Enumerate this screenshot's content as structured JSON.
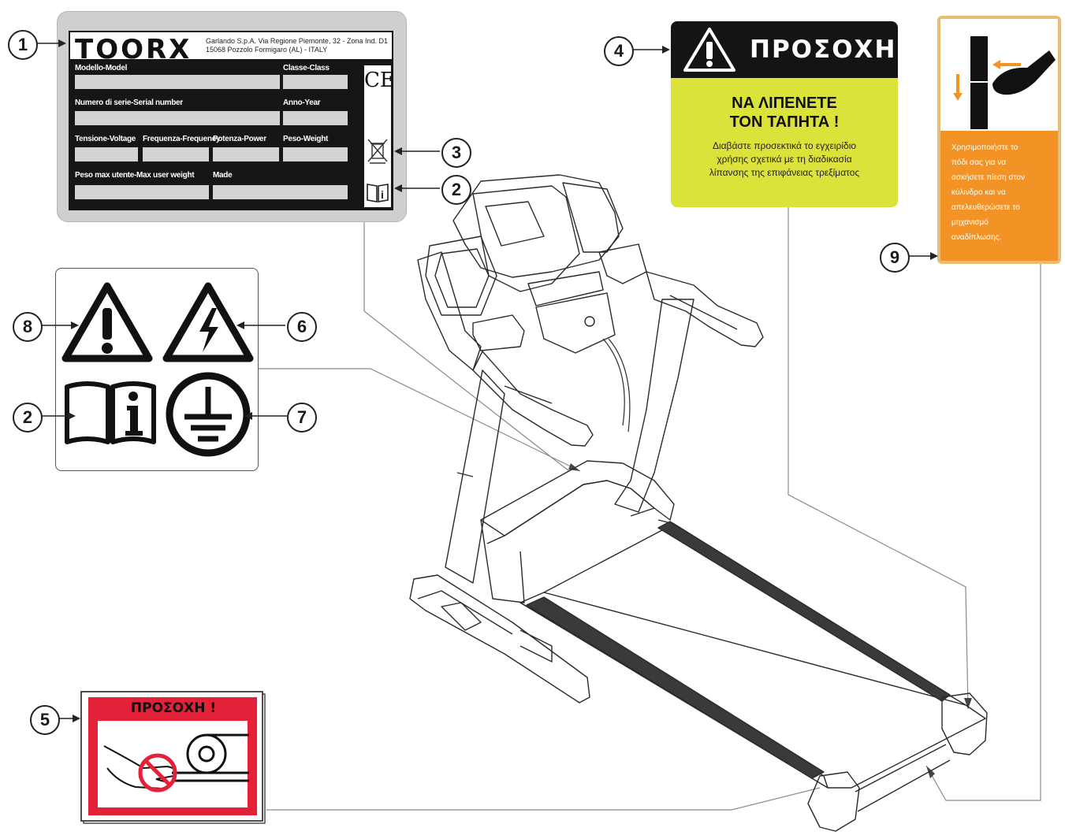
{
  "callouts": {
    "c1": "1",
    "c2a": "2",
    "c3": "3",
    "c4": "4",
    "c5": "5",
    "c6": "6",
    "c7": "7",
    "c8": "8",
    "c2b": "2",
    "c9": "9"
  },
  "nameplate": {
    "brand": "TOORX",
    "maker_line1": "Garlando S.p.A. Via Regione Piemonte, 32 - Zona Ind. D1",
    "maker_line2": "15068 Pozzolo Formigaro (AL) - ITALY",
    "labels": {
      "model": "Modello-Model",
      "class": "Classe-Class",
      "serial": "Numero di serie-Serial number",
      "year": "Anno-Year",
      "voltage": "Tensione-Voltage",
      "frequency": "Frequenza-Frequency",
      "power": "Potenza-Power",
      "weight": "Peso-Weight",
      "max_user_weight": "Peso max utente-Max user weight",
      "made": "Made"
    },
    "ce_mark": "CE",
    "manual_icon": "manual-info-icon",
    "weee_icon": "crossed-bin-icon"
  },
  "symbols_panel": {
    "icons": [
      "warning-exclamation-icon",
      "electric-hazard-icon",
      "read-manual-icon",
      "ground-earth-icon"
    ]
  },
  "attention_sticker": {
    "title": "ΠΡΟΣΟΧΗ",
    "heading_line1": "ΝΑ ΛΙΠΕΝΕΤΕ",
    "heading_line2": "ΤΟΝ ΤΑΠΗΤΑ !",
    "body_line1": "Διαβάστε προσεκτικά το εγχειρίδιο",
    "body_line2": "χρήσης σχετικά με τη διαδικασία",
    "body_line3": "λίπανσης της επιφάνειας τρεξίματος",
    "background_color": "#dbe23a"
  },
  "release_sticker": {
    "lines": [
      "Χρησιμοποιήστε το",
      "πόδι σας για να",
      "ασκήσετε πίεση στον",
      "κύλινδρο και να",
      "απελευθερώσετε το",
      "μηχανισμό",
      "αναδίπλωσης."
    ],
    "background_color": "#f39326"
  },
  "caution_sticker": {
    "title": "ΠΡΟΣΟΧΗ !",
    "accent_color": "#e3223a",
    "icon": "no-hands-near-roller-icon"
  }
}
